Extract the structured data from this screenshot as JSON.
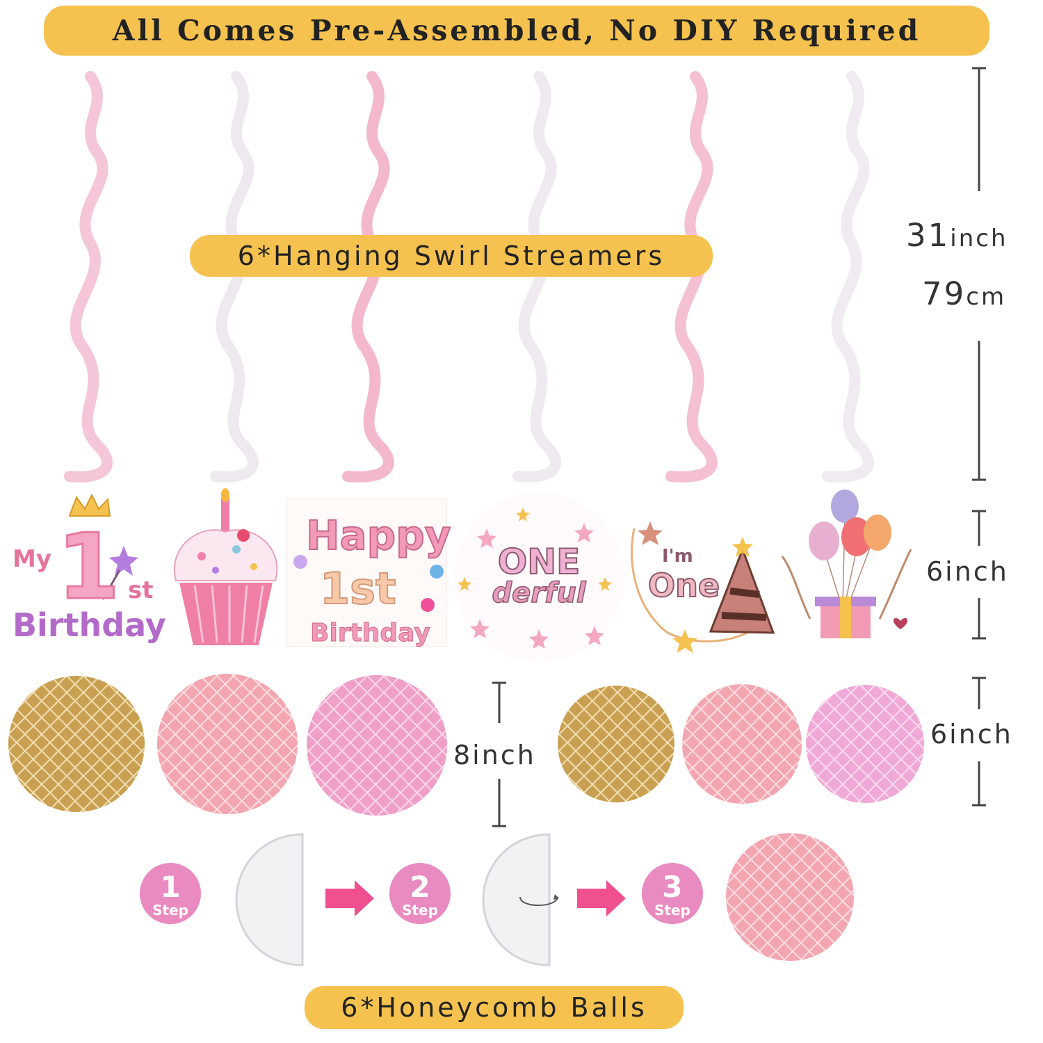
{
  "banner": {
    "title": "All Comes Pre-Assembled, No DIY Required"
  },
  "streamers": {
    "label": "6*Hanging Swirl Streamers",
    "height_in": "31",
    "height_in_unit": "inch",
    "height_cm": "79",
    "height_cm_unit": "cm"
  },
  "cards": {
    "height": "6inch",
    "card1": {
      "line1": "My",
      "digit": "1",
      "suffix": "st",
      "line2": "Birthday"
    },
    "card3": {
      "line1": "Happy",
      "line2": "1st",
      "line3": "Birthday"
    },
    "card4": {
      "line1": "ONE",
      "line2": "derful"
    },
    "card5": {
      "line1": "I'm",
      "line2": "One"
    }
  },
  "balls": {
    "label": "6*Honeycomb Balls",
    "large_size": "8inch",
    "small_size": "6inch",
    "colors": {
      "gold": "#c9a052",
      "pink": "#f3a6b0",
      "rose": "#f0a0c8",
      "lilac": "#f0a8d6"
    }
  },
  "steps": [
    {
      "number": "1",
      "word": "Step"
    },
    {
      "number": "2",
      "word": "Step"
    },
    {
      "number": "3",
      "word": "Step"
    }
  ],
  "accent": {
    "banner": "#f5c24f",
    "arrow": "#f0508f",
    "step_circle": "#e98ac0"
  }
}
